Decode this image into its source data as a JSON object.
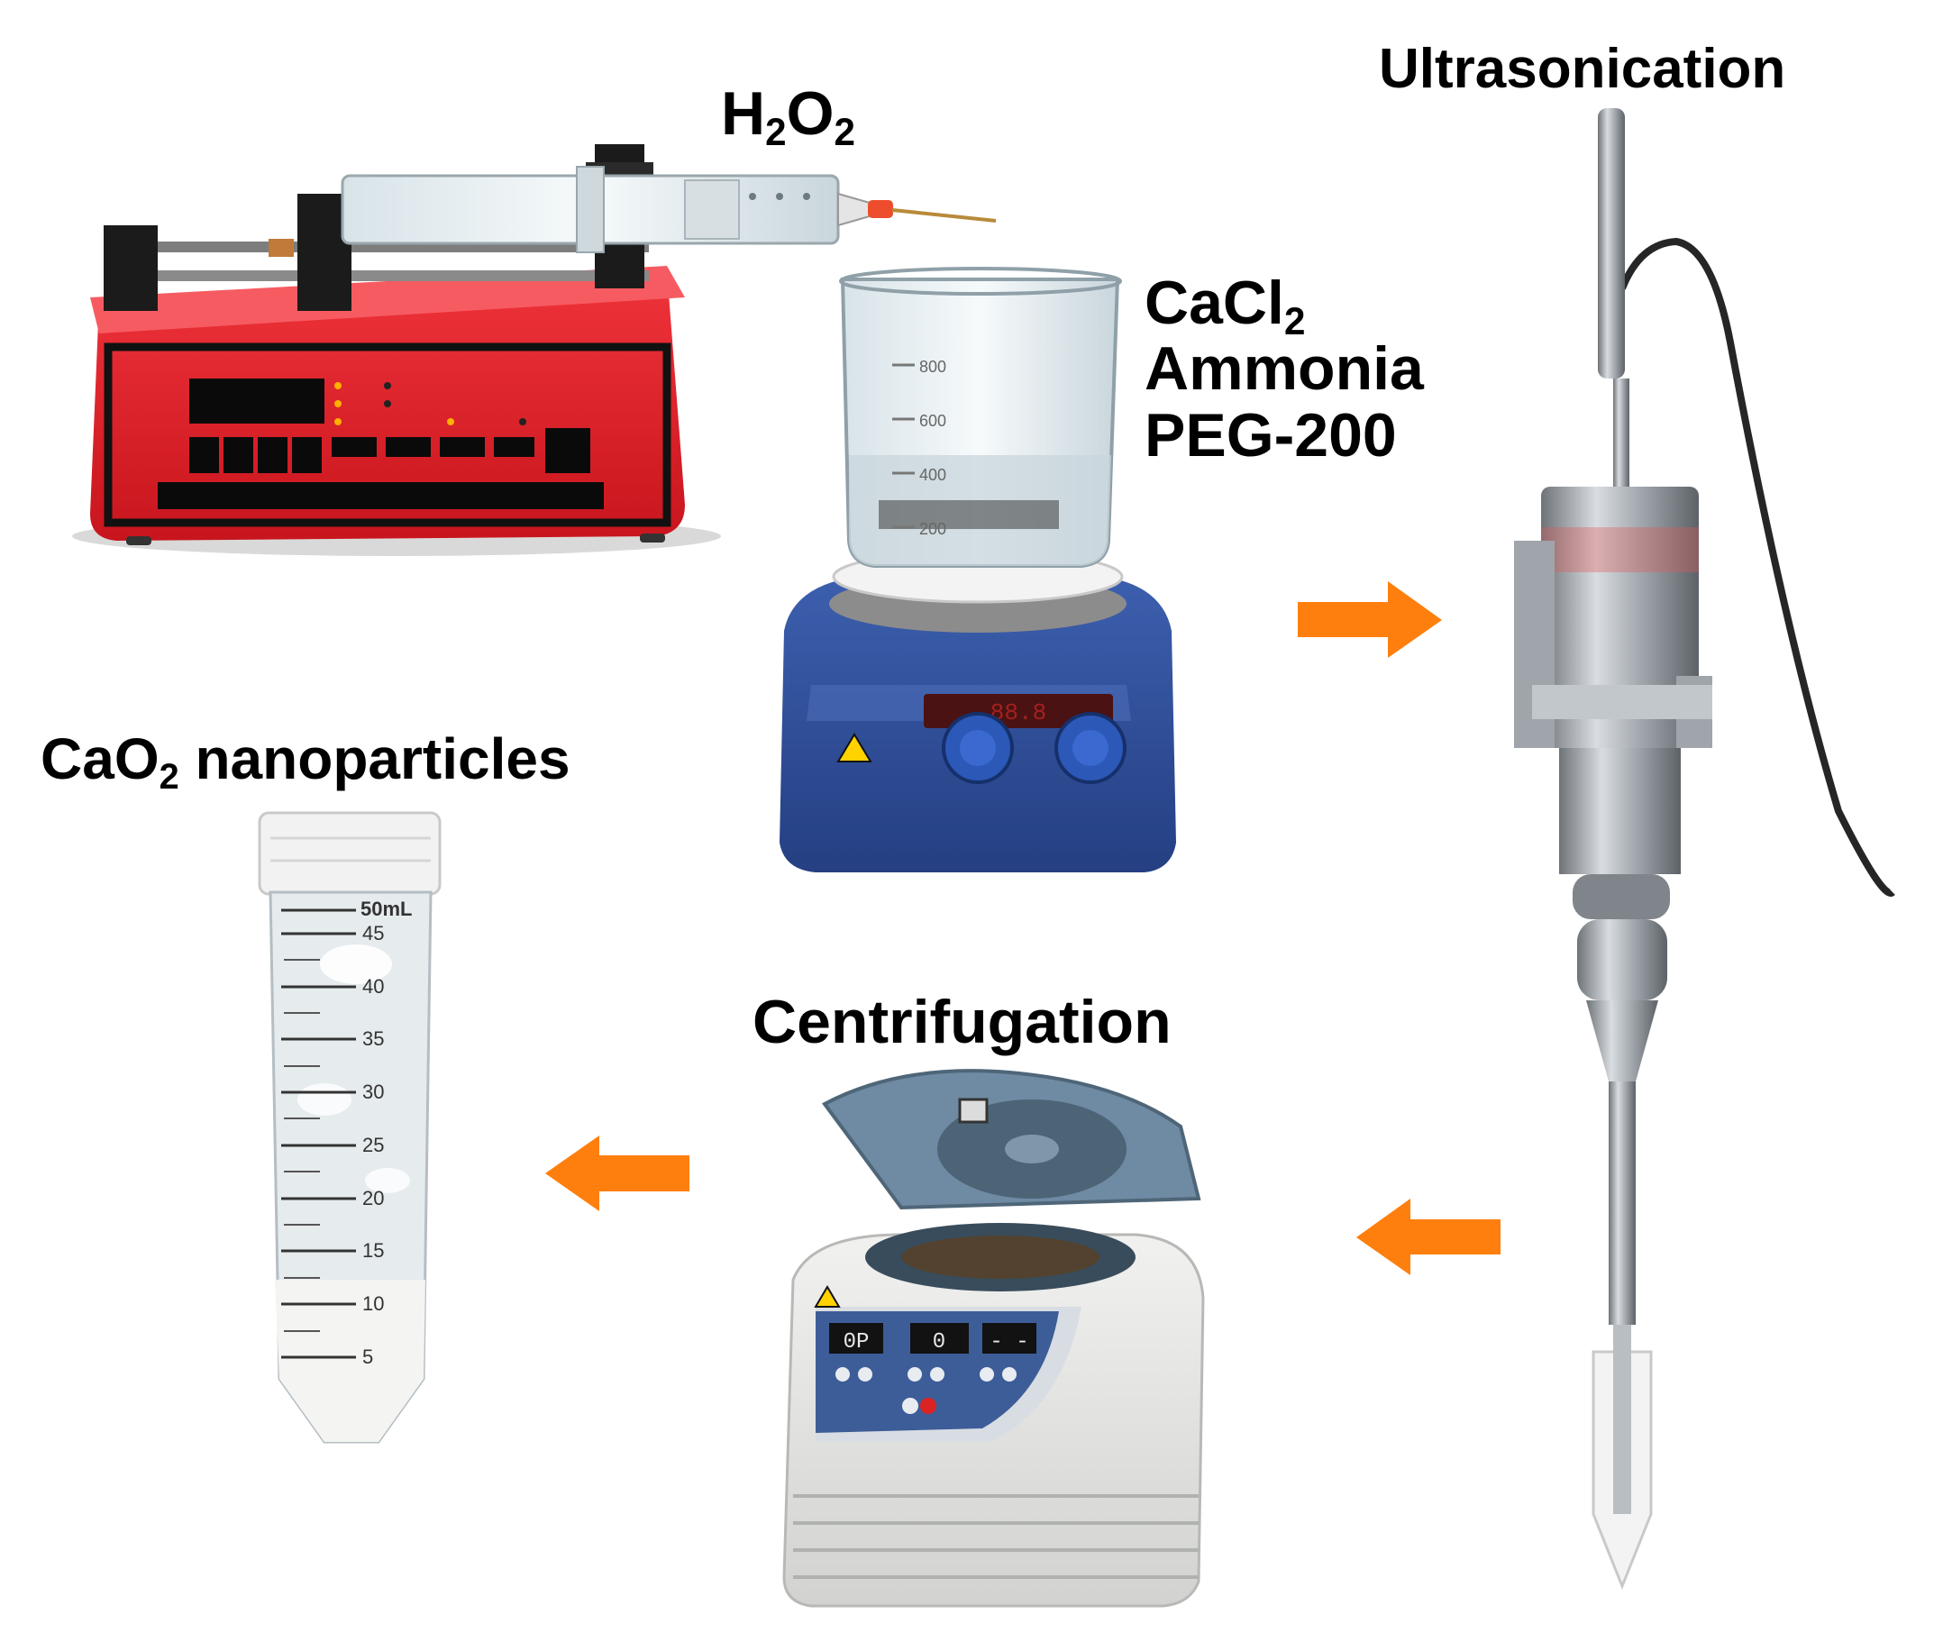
{
  "labels": {
    "h2o2": {
      "main": "H",
      "sub1": "2",
      "mid": "O",
      "sub2": "2"
    },
    "ultrasonication": "Ultrasonication",
    "reagents": {
      "cacl2_main": "CaCl",
      "cacl2_sub": "2",
      "ammonia": "Ammonia",
      "peg": "PEG-200"
    },
    "centrifugation": "Centrifugation",
    "cao2": {
      "main": "CaO",
      "sub": "2",
      "rest": " nanoparticles"
    }
  },
  "beaker_marks": [
    "800",
    "600",
    "400",
    "200"
  ],
  "tube_marks": [
    "50mL",
    "45",
    "40",
    "35",
    "30",
    "25",
    "20",
    "15",
    "10",
    "5"
  ],
  "centrifuge_display": [
    "0P",
    "0",
    "- -"
  ],
  "colors": {
    "arrow": "#ff7f0e",
    "pump_body": "#e8202a",
    "stirrer_body": "#2f4f9a",
    "centrifuge_lid": "#6f8aa3"
  },
  "icons": [
    "syringe-pump-icon",
    "beaker-stirrer-icon",
    "ultrasonic-probe-icon",
    "centrifuge-icon",
    "falcon-tube-icon"
  ]
}
